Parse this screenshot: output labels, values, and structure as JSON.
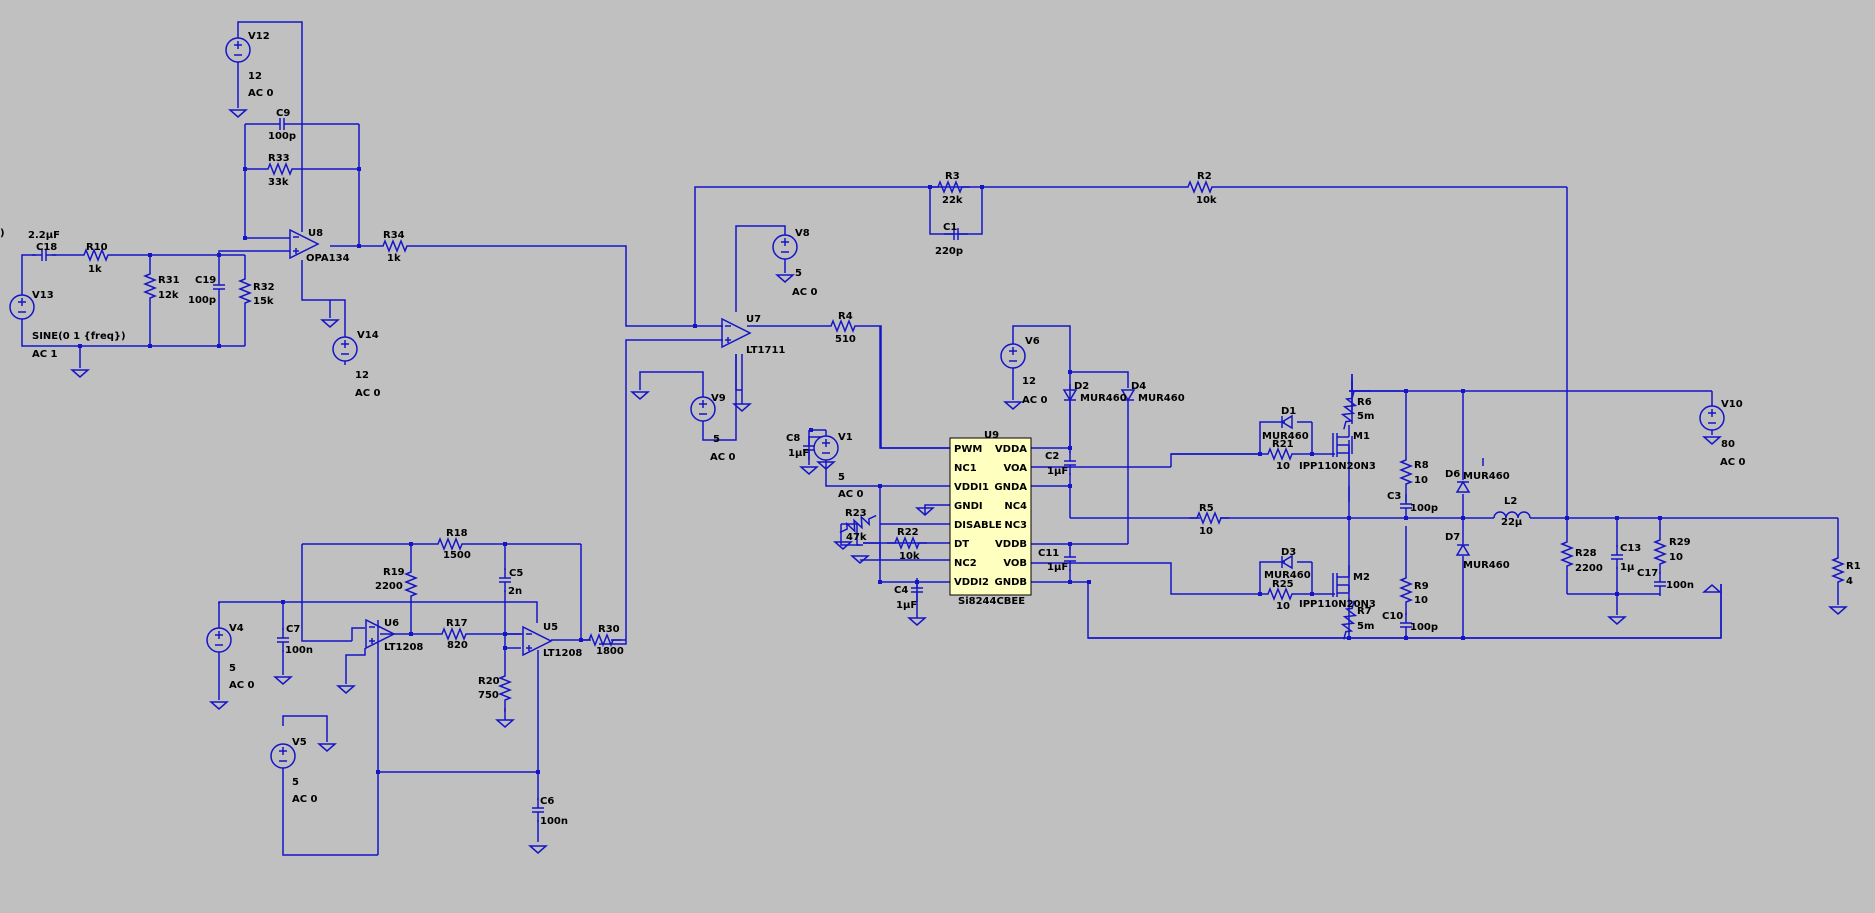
{
  "labels": {
    "c18_name": "C18",
    "c18_val": "2.2µF",
    "r10_name": "R10",
    "r10_val": "1k",
    "v13_name": "V13",
    "v13_val": "SINE(0 1 {freq})",
    "v13_ac": "AC 1",
    "r31_name": "R31",
    "r31_val": "12k",
    "c19_name": "C19",
    "c19_val": "100p",
    "r32_name": "R32",
    "r32_val": "15k",
    "v12_name": "V12",
    "v12_val": "12",
    "v12_ac": "AC 0",
    "c9_name": "C9",
    "c9_val": "100p",
    "r33_name": "R33",
    "r33_val": "33k",
    "u8_name": "U8",
    "u8_val": "OPA134",
    "v14_name": "V14",
    "v14_val": "12",
    "v14_ac": "AC 0",
    "r34_name": "R34",
    "r34_val": "1k",
    "v8_name": "V8",
    "v8_val": "5",
    "v8_ac": "AC 0",
    "u7_name": "U7",
    "u7_val": "LT1711",
    "v9_name": "V9",
    "v9_val": "5",
    "v9_ac": "AC 0",
    "r3_name": "R3",
    "r3_val": "22k",
    "c1_name": "C1",
    "c1_val": "220p",
    "r2_name": "R2",
    "r2_val": "10k",
    "r4_name": "R4",
    "r4_val": "510",
    "v6_name": "V6",
    "v6_val": "12",
    "v6_ac": "AC 0",
    "d2_name": "D2",
    "d2_val": "MUR460",
    "d4_name": "D4",
    "d4_val": "MUR460",
    "c8_name": "C8",
    "c8_val": "1µF",
    "v1_name": "V1",
    "v1_val": "5",
    "v1_ac": "AC 0",
    "u9_name": "U9",
    "u9_val": "Si8244CBEE",
    "pin_pwm": "PWM",
    "pin_nc1": "NC1",
    "pin_vddi1": "VDDI1",
    "pin_gndi": "GNDI",
    "pin_disable": "DISABLE",
    "pin_dt": "DT",
    "pin_nc2": "NC2",
    "pin_vddi2": "VDDI2",
    "pin_vdda": "VDDA",
    "pin_voa": "VOA",
    "pin_gnda": "GNDA",
    "pin_nc4": "NC4",
    "pin_nc3": "NC3",
    "pin_vddb": "VDDB",
    "pin_vob": "VOB",
    "pin_gndb": "GNDB",
    "r23_name": "R23",
    "r23_val": "47k",
    "r22_name": "R22",
    "r22_val": "10k",
    "c4_name": "C4",
    "c4_val": "1µF",
    "c2_name": "C2",
    "c2_val": "1µF",
    "c11_name": "C11",
    "c11_val": "1µF",
    "d1_name": "D1",
    "d1_val": "MUR460",
    "r21_name": "R21",
    "r21_val": "10",
    "m1_name": "M1",
    "m1_val": "IPP110N20N3",
    "r6_name": "R6",
    "r6_val": "5m",
    "r5_name": "R5",
    "r5_val": "10",
    "d3_name": "D3",
    "d3_val": "MUR460",
    "r25_name": "R25",
    "r25_val": "10",
    "m2_name": "M2",
    "m2_val": "IPP110N20N3",
    "r7_name": "R7",
    "r7_val": "5m",
    "r8_name": "R8",
    "r8_val": "10",
    "c3_name": "C3",
    "c3_val": "100p",
    "r9_name": "R9",
    "r9_val": "10",
    "c10_name": "C10",
    "c10_val": "100p",
    "d6_name": "D6",
    "d6_val": "MUR460",
    "d7_name": "D7",
    "d7_val": "MUR460",
    "l2_name": "L2",
    "l2_val": "22µ",
    "r28_name": "R28",
    "r28_val": "2200",
    "c13_name": "C13",
    "c13_val": "1µ",
    "r29_name": "R29",
    "r29_val": "10",
    "c17_name": "C17",
    "c17_val": "100n",
    "v10_name": "V10",
    "v10_val": "80",
    "v10_ac": "AC 0",
    "r1_name": "R1",
    "r1_val": "4",
    "r18_name": "R18",
    "r18_val": "1500",
    "r19_name": "R19",
    "r19_val": "2200",
    "c5_name": "C5",
    "c5_val": "2n",
    "u6_name": "U6",
    "u6_val": "LT1208",
    "r17_name": "R17",
    "r17_val": "820",
    "u5_name": "U5",
    "u5_val": "LT1208",
    "r30_name": "R30",
    "r30_val": "1800",
    "r20_name": "R20",
    "r20_val": "750",
    "v4_name": "V4",
    "v4_val": "5",
    "v4_ac": "AC 0",
    "c7_name": "C7",
    "c7_val": "100n",
    "v5_name": "V5",
    "v5_val": "5",
    "v5_ac": "AC 0",
    "c6_name": "C6",
    "c6_val": "100n",
    "edge_mark": ")"
  },
  "colors": {
    "wire": "#1515c8",
    "background": "#c0c0c0",
    "ic_fill": "#ffffc0"
  }
}
